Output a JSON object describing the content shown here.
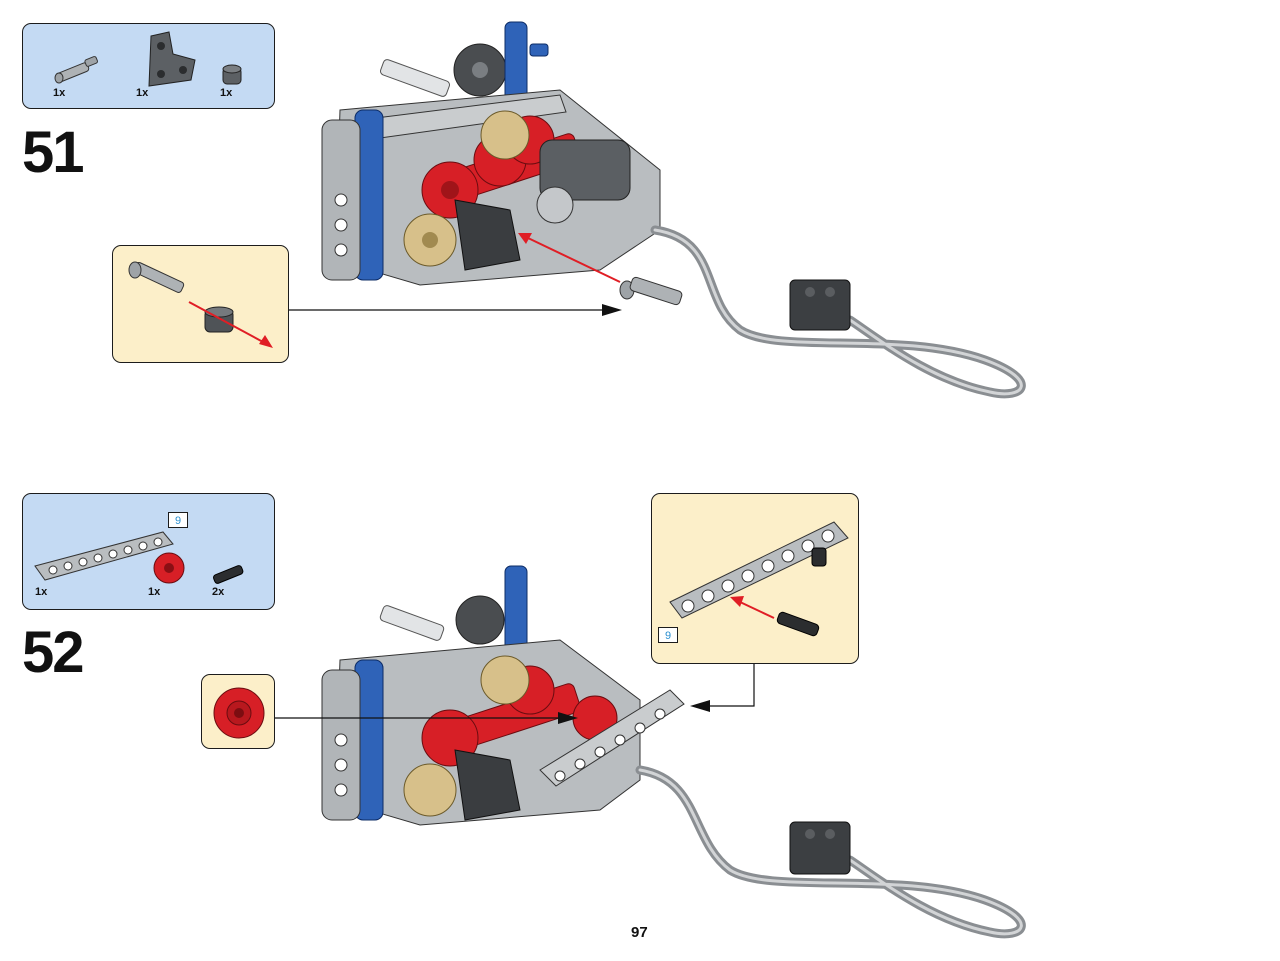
{
  "step51": {
    "number": "51",
    "parts": [
      {
        "name": "axle-pin-grey",
        "qty": "1x"
      },
      {
        "name": "beam-triangle-dark-grey",
        "qty": "1x"
      },
      {
        "name": "bush-dark-grey",
        "qty": "1x"
      }
    ]
  },
  "step52": {
    "number": "52",
    "length_tag": "9",
    "callout_length_tag": "9",
    "parts": [
      {
        "name": "beam-9-grey",
        "qty": "1x"
      },
      {
        "name": "gear-red",
        "qty": "1x"
      },
      {
        "name": "pin-black",
        "qty": "2x"
      }
    ]
  },
  "page_number": "97",
  "colors": {
    "parts_box": "#c4daf3",
    "callout_box": "#fcefc9",
    "red_arrow": "#e01e25",
    "tag_text": "#2a8fd0"
  }
}
